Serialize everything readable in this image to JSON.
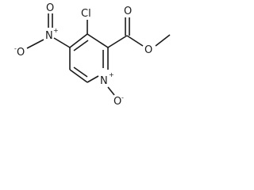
{
  "title": "",
  "structure": {
    "atoms": {
      "chlorine": "Cl",
      "nitro_nitrogen": "N",
      "nitro_nitrogen_charge": "+",
      "nitro_oxygen_top": "O",
      "nitro_oxygen_left": "O",
      "nitro_oxygen_left_charge": "-",
      "ester_carbonyl_oxygen": "O",
      "ester_ether_oxygen": "O",
      "ring_nitrogen": "N",
      "ring_nitrogen_charge": "+",
      "n_oxide_oxygen": "O",
      "n_oxide_oxygen_charge": "-"
    }
  }
}
